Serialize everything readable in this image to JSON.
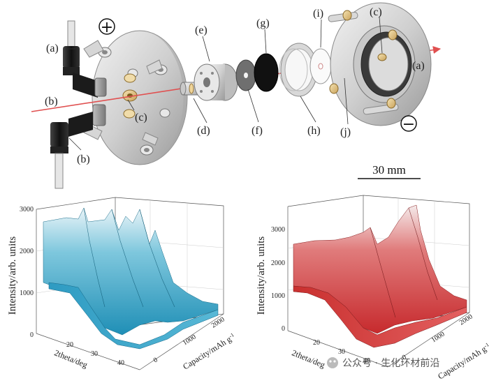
{
  "diagram": {
    "labels": {
      "a_left": "(a)",
      "a_right": "(a)",
      "b_top": "(b)",
      "b_bottom": "(b)",
      "c_left": "(c)",
      "c_right": "(c)",
      "d": "(d)",
      "e": "(e)",
      "f": "(f)",
      "g": "(g)",
      "h": "(h)",
      "i": "(i)",
      "j": "(j)"
    },
    "plus_sign": "+",
    "minus_sign": "−",
    "scale_bar": "30 mm"
  },
  "plots": [
    {
      "ylabel": "Intensity/arb. units",
      "xlabel": "2theta/deg",
      "zlabel": "Capacity/mAh g",
      "zlabel_sup": "-1",
      "yticks": [
        "3000",
        "2000",
        "1000",
        "0"
      ],
      "theta_ticks": [
        "20",
        "30",
        "40"
      ],
      "capacity_ticks": [
        "0",
        "1000",
        "2000"
      ],
      "colormap": "cyan"
    },
    {
      "ylabel": "Intensity/arb. units",
      "xlabel": "2theta/deg",
      "zlabel": "Capacity/mAh g",
      "zlabel_sup": "-1",
      "yticks": [
        "3000",
        "2000",
        "1000",
        "0"
      ],
      "theta_ticks": [
        "20",
        "30",
        "40"
      ],
      "capacity_ticks": [
        "0",
        "1000",
        "2000"
      ],
      "colormap": "red"
    }
  ],
  "watermark": "公众号 · 生化环材前沿"
}
